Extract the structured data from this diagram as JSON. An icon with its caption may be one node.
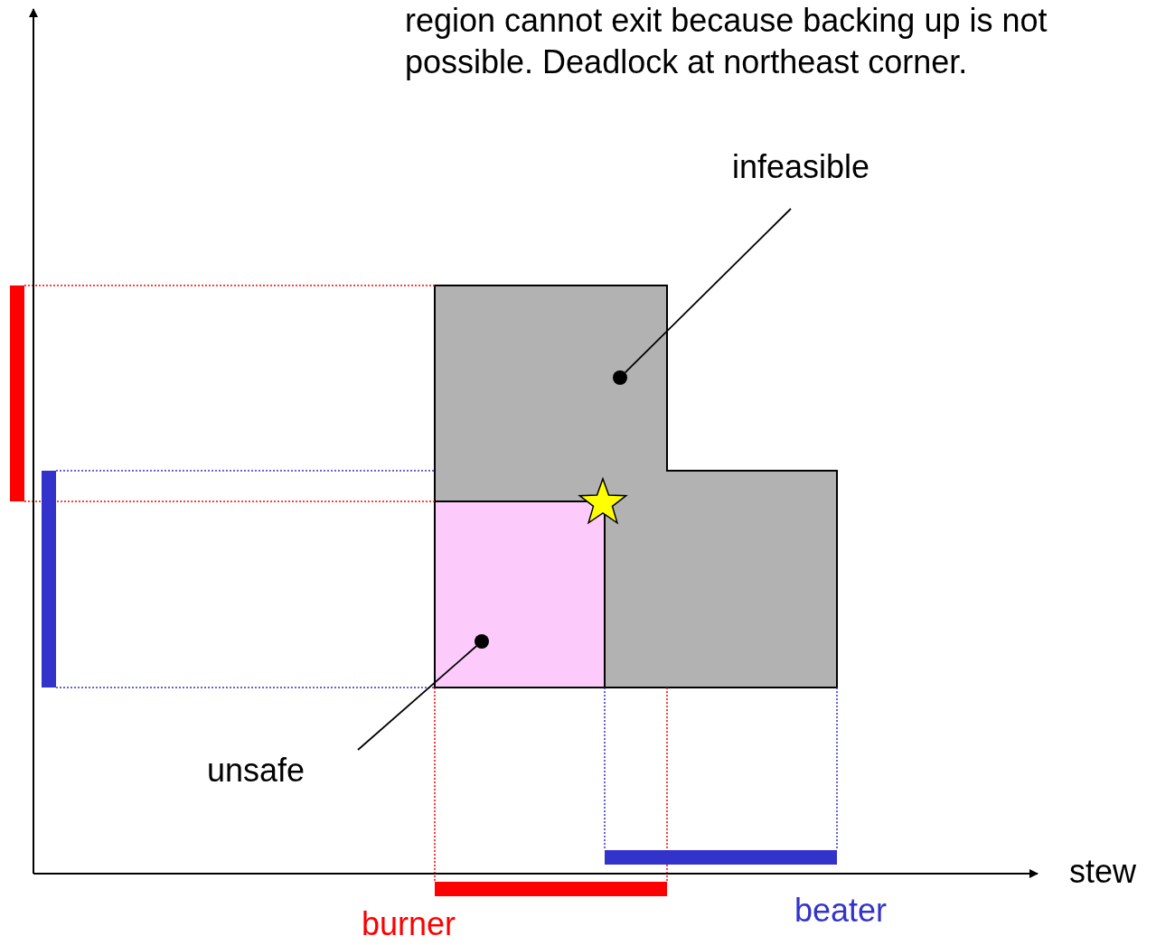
{
  "diagram": {
    "nodes": [
      {
        "text": [
          "infeasible"
        ]
      },
      {
        "text": [],
        "shape": "circle"
      },
      {
        "text": [
          "unsafe"
        ]
      },
      {
        "text": [],
        "shape": "circle"
      }
    ],
    "edges": [
      {
        "from": 0,
        "to": 1,
        "arrow": "none"
      },
      {
        "from": 2,
        "to": 3,
        "arrow": "none"
      }
    ],
    "labels": [
      "region cannot exit because backing up is not possible. Deadlock at northeast corner.",
      "stew",
      "burner",
      "beater"
    ]
  }
}
